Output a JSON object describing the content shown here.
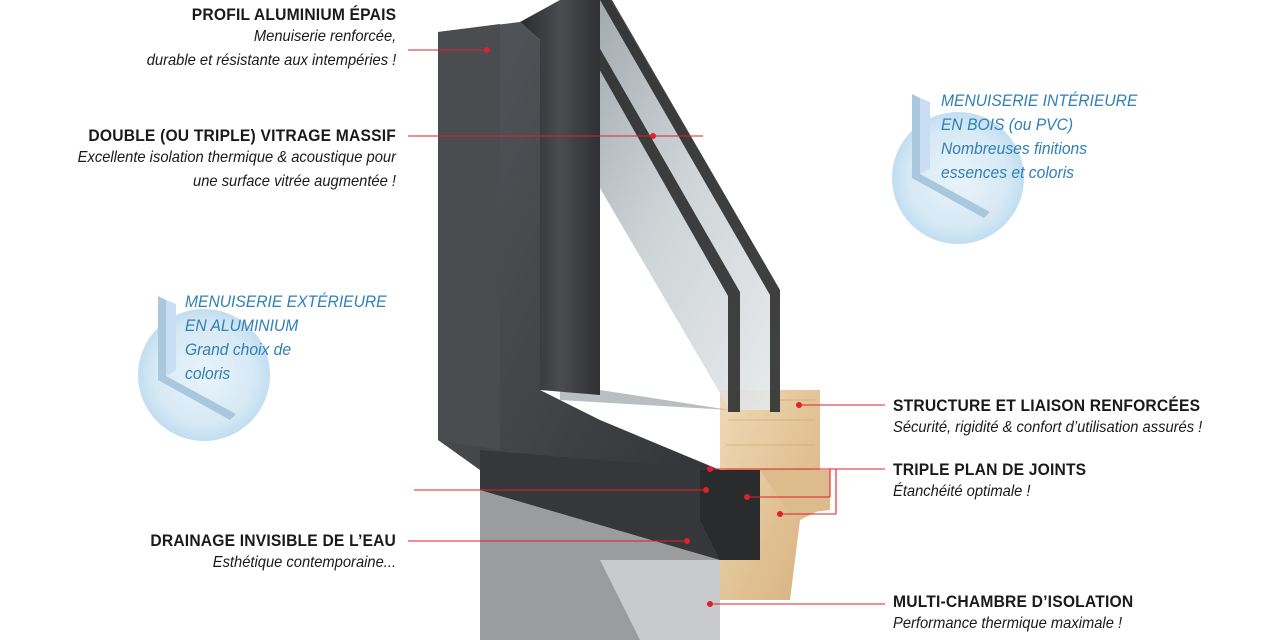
{
  "callouts": {
    "profil": {
      "title": "PROFIL ALUMINIUM ÉPAIS",
      "lines": [
        "Menuiserie renforcée,",
        "durable et résistante aux intempéries !"
      ]
    },
    "vitrage": {
      "title": "DOUBLE (OU TRIPLE) VITRAGE MASSIF",
      "lines": [
        "Excellente isolation thermique & acoustique pour",
        "une surface vitrée augmentée  !"
      ]
    },
    "drainage": {
      "title": "DRAINAGE INVISIBLE DE L’EAU",
      "lines": [
        "Esthétique  contemporaine..."
      ]
    },
    "structure": {
      "title": "STRUCTURE ET LIAISON RENFORCÉES",
      "lines": [
        "Sécurité, rigidité & confort d’utilisation assurés !"
      ]
    },
    "joints": {
      "title": "TRIPLE PLAN DE JOINTS",
      "lines": [
        "Étanchéité optimale !"
      ]
    },
    "chambre": {
      "title": "MULTI-CHAMBRE D’ISOLATION",
      "lines": [
        "Performance thermique maximale !"
      ]
    }
  },
  "badges": {
    "exterieure": [
      "MENUISERIE EXTÉRIEURE",
      "EN ALUMINIUM",
      "Grand choix de",
      "coloris"
    ],
    "interieure": [
      "MENUISERIE INTÉRIEURE",
      "EN BOIS (ou PVC)",
      "Nombreuses finitions",
      "essences et coloris"
    ]
  },
  "colors": {
    "leader": "#e0202a",
    "aluminium": "#3a3c3f",
    "wood": "#e2c49a",
    "glass": "#b9c0c4",
    "badge": "#2f7fb8"
  },
  "icons": [
    "window-corner-illustration",
    "badge-window-icon"
  ]
}
